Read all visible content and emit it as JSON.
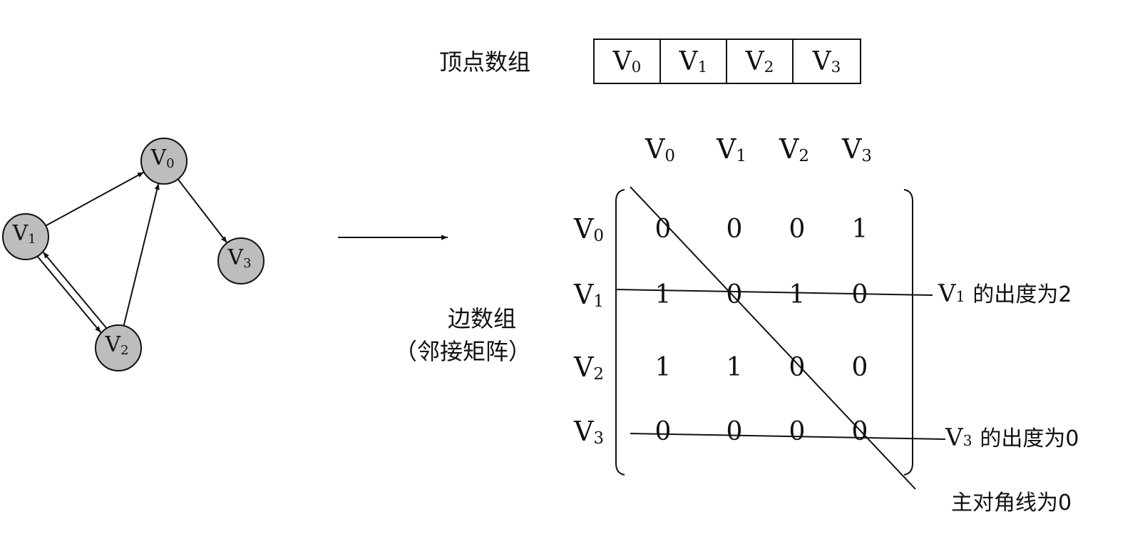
{
  "vertex_array": {
    "label": "顶点数组",
    "cells": [
      {
        "letter": "V",
        "index": "0"
      },
      {
        "letter": "V",
        "index": "1"
      },
      {
        "letter": "V",
        "index": "2"
      },
      {
        "letter": "V",
        "index": "3"
      }
    ]
  },
  "graph": {
    "nodes": [
      {
        "id": "v0",
        "letter": "V",
        "index": "0"
      },
      {
        "id": "v1",
        "letter": "V",
        "index": "1"
      },
      {
        "id": "v2",
        "letter": "V",
        "index": "2"
      },
      {
        "id": "v3",
        "letter": "V",
        "index": "3"
      }
    ],
    "edges": [
      {
        "from": "v1",
        "to": "v0"
      },
      {
        "from": "v0",
        "to": "v3"
      },
      {
        "from": "v2",
        "to": "v0"
      },
      {
        "from": "v1",
        "to": "v2"
      },
      {
        "from": "v2",
        "to": "v1"
      }
    ],
    "node_fill": "#bdbdbd"
  },
  "edge_array": {
    "label_line1": "边数组",
    "label_line2": "（邻接矩阵）",
    "col_headers": [
      {
        "letter": "V",
        "index": "0"
      },
      {
        "letter": "V",
        "index": "1"
      },
      {
        "letter": "V",
        "index": "2"
      },
      {
        "letter": "V",
        "index": "3"
      }
    ],
    "row_headers": [
      {
        "letter": "V",
        "index": "0"
      },
      {
        "letter": "V",
        "index": "1"
      },
      {
        "letter": "V",
        "index": "2"
      },
      {
        "letter": "V",
        "index": "3"
      }
    ],
    "matrix": [
      [
        "0",
        "0",
        "0",
        "1"
      ],
      [
        "1",
        "0",
        "1",
        "0"
      ],
      [
        "1",
        "1",
        "0",
        "0"
      ],
      [
        "0",
        "0",
        "0",
        "0"
      ]
    ]
  },
  "annotations": {
    "v1_outdegree": {
      "letter": "V",
      "index": "1",
      "text": "的出度为2"
    },
    "v3_outdegree": {
      "letter": "V",
      "index": "3",
      "text": "的出度为0"
    },
    "main_diagonal": "主对角线为0"
  }
}
